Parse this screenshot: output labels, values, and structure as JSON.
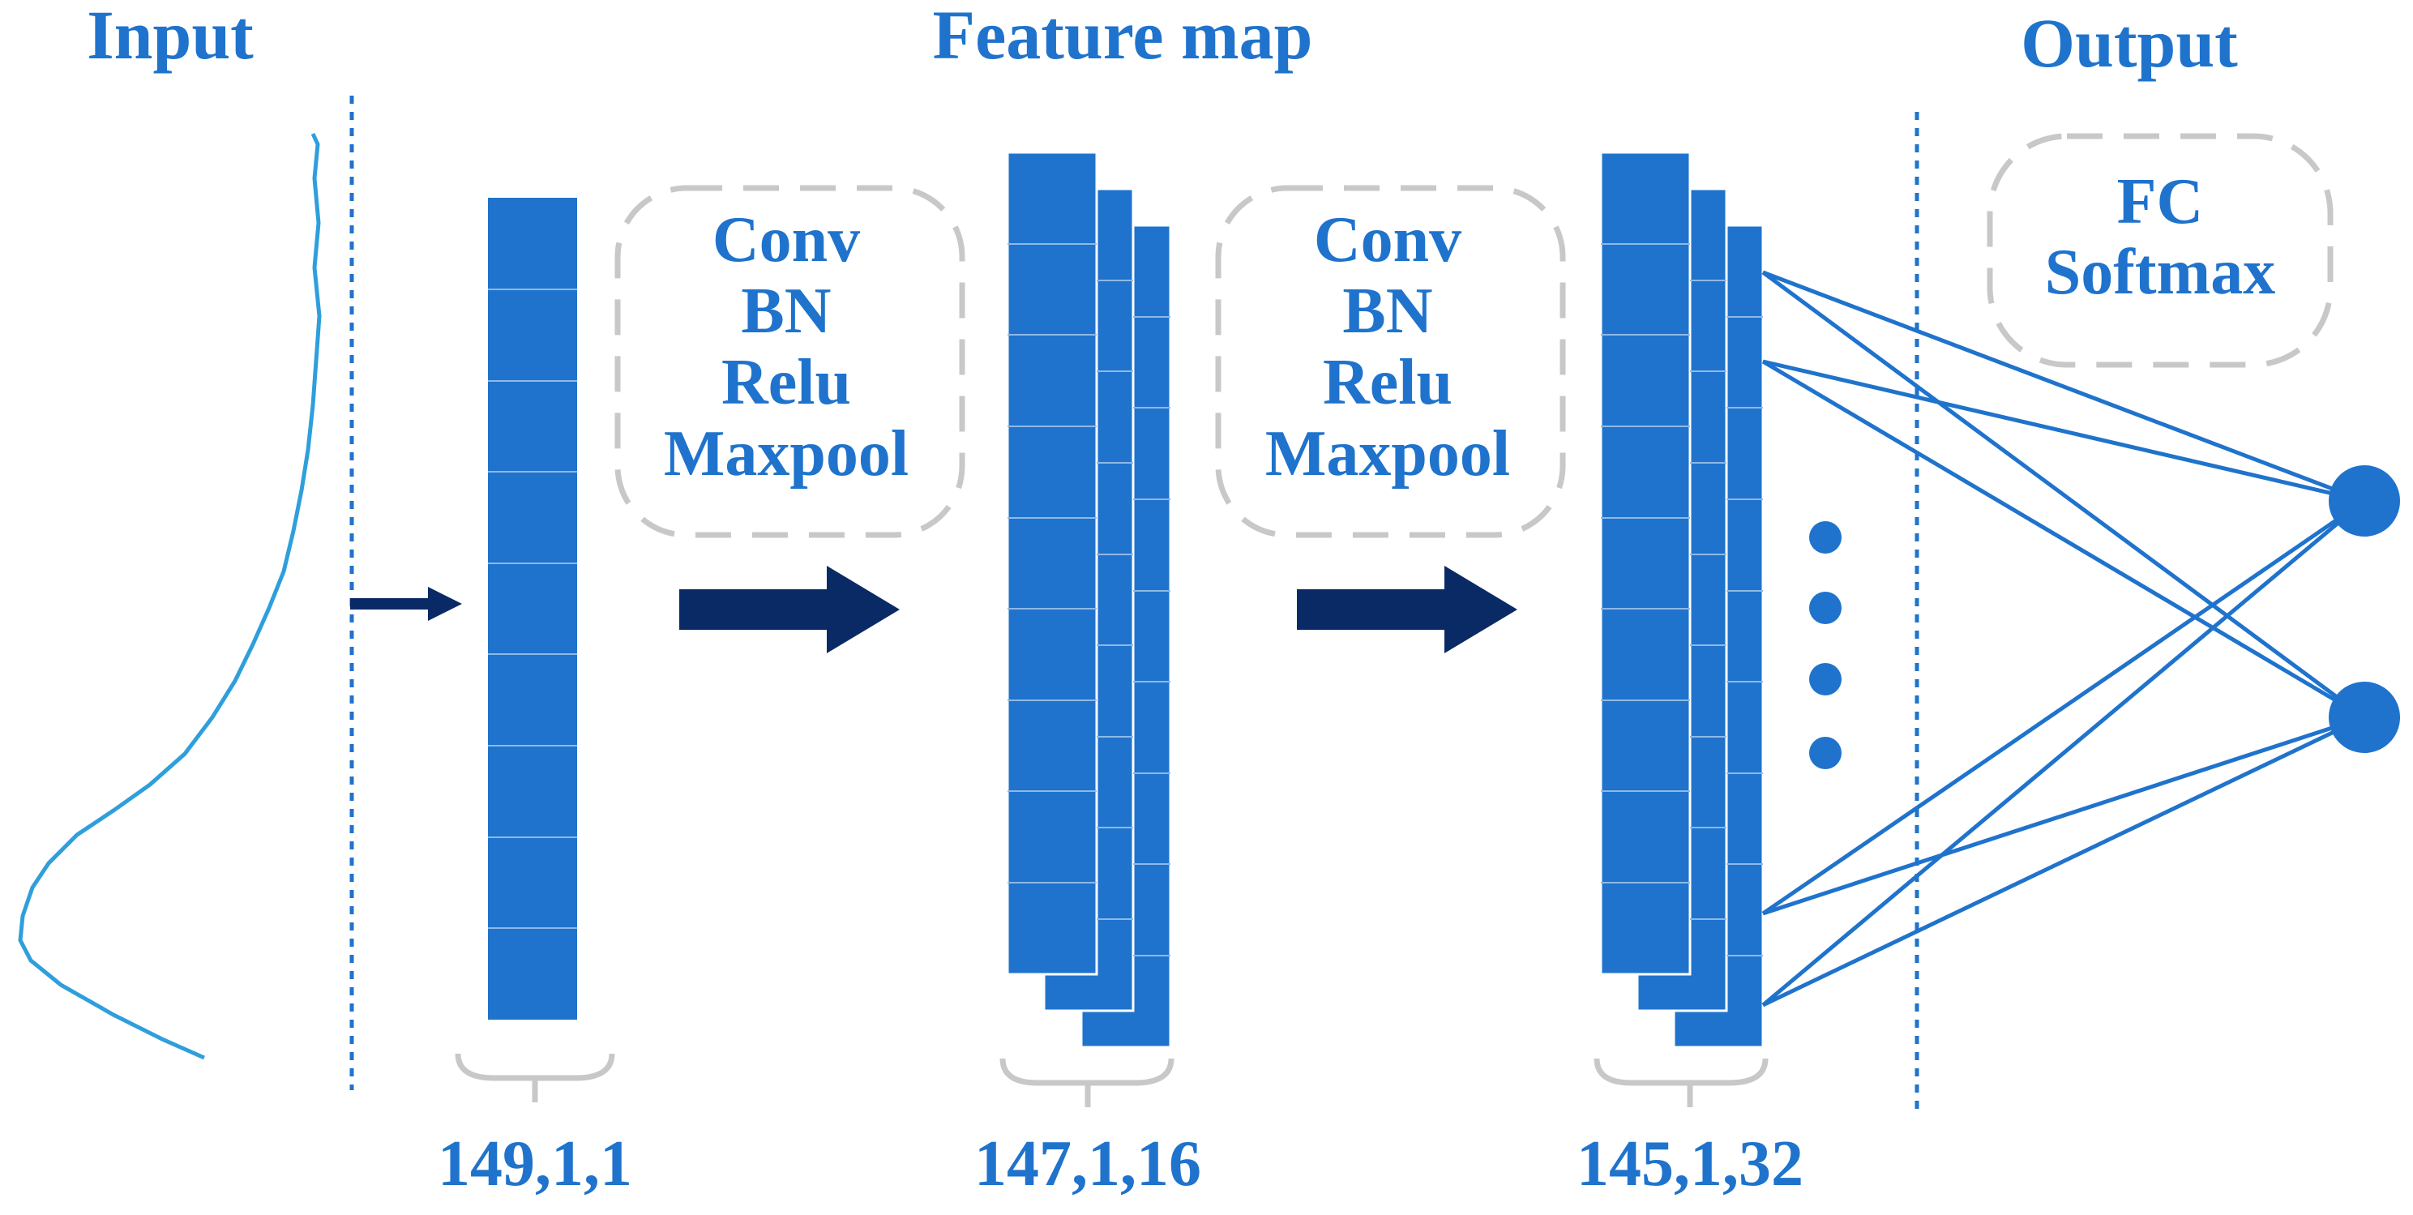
{
  "colors": {
    "block": "#1f73cc",
    "block_line": "#8fb8e6",
    "text": "#1f73cc",
    "arrow": "#0a2a66",
    "curve": "#2f9fdc",
    "divider": "#1f73cc",
    "bracket": "#c8c8c8",
    "connection": "#1f73cc",
    "node": "#1f73cc"
  },
  "sections": {
    "input": "Input",
    "feature_map": "Feature map",
    "output": "Output"
  },
  "operations": {
    "block1": [
      "Conv",
      "BN",
      "Relu",
      "Maxpool"
    ],
    "block2": [
      "Conv",
      "BN",
      "Relu",
      "Maxpool"
    ],
    "output": [
      "FC",
      "Softmax"
    ]
  },
  "dimensions": {
    "input": "149,1,1",
    "feature1": "147,1,16",
    "feature2": "145,1,32"
  },
  "icons": {
    "ellipsis": "vertical-dots-icon",
    "arrow": "right-arrow-icon"
  }
}
